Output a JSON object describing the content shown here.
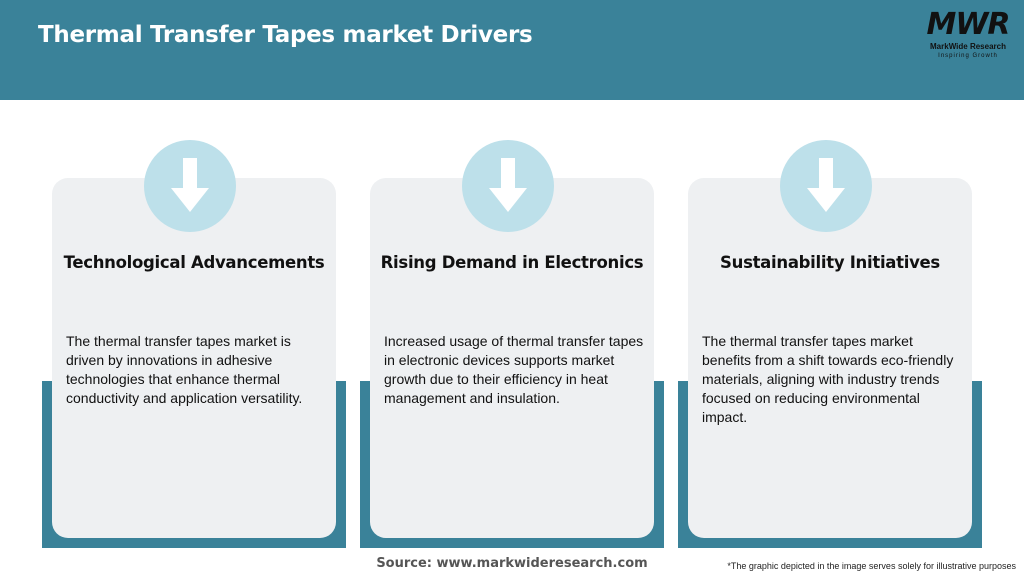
{
  "header": {
    "title": "Thermal Transfer Tapes market Drivers",
    "logo": {
      "mark": "MWR",
      "name": "MarkWide Research",
      "tagline": "Inspiring Growth"
    }
  },
  "cards": [
    {
      "icon": "arrow-down-icon",
      "title": "Technological Advancements",
      "description": "The thermal transfer tapes market is driven by innovations in adhesive technologies that enhance thermal conductivity and application versatility."
    },
    {
      "icon": "arrow-down-icon",
      "title": "Rising Demand in Electronics",
      "description": "Increased usage of thermal transfer tapes in electronic devices supports market growth due to their efficiency in heat management and insulation."
    },
    {
      "icon": "arrow-down-icon",
      "title": "Sustainability Initiatives",
      "description": "The thermal transfer tapes market benefits from a shift towards eco-friendly materials, aligning with industry trends focused on reducing environmental impact."
    }
  ],
  "footer": {
    "source": "Source: www.markwideresearch.com",
    "disclaimer": "*The graphic depicted in the image serves solely for illustrative purposes"
  },
  "colors": {
    "header_bg": "#3a8299",
    "card_bg": "#eef0f2",
    "circle_bg": "#bde0ea",
    "arrow": "#ffffff"
  }
}
